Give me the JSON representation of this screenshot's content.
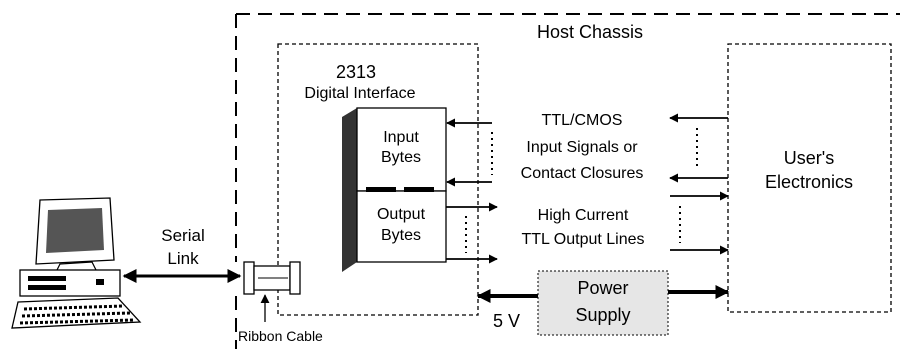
{
  "host_chassis": {
    "label": "Host Chassis"
  },
  "digital_interface": {
    "model": "2313",
    "name": "Digital Interface"
  },
  "module": {
    "input_label_1": "Input",
    "input_label_2": "Bytes",
    "output_label_1": "Output",
    "output_label_2": "Bytes"
  },
  "input_signals": {
    "line1": "TTL/CMOS",
    "line2": "Input Signals or",
    "line3": "Contact Closures"
  },
  "output_lines": {
    "line1": "High Current",
    "line2": "TTL Output Lines"
  },
  "users_electronics": {
    "line1": "User's",
    "line2": "Electronics"
  },
  "power_supply": {
    "line1": "Power",
    "line2": "Supply",
    "voltage": "5 V"
  },
  "serial_link": {
    "line1": "Serial",
    "line2": "Link"
  },
  "ribbon_cable": {
    "label": "Ribbon Cable"
  },
  "colors": {
    "module_shadow": "#333333",
    "power_supply_fill": "#e6e6e6"
  }
}
